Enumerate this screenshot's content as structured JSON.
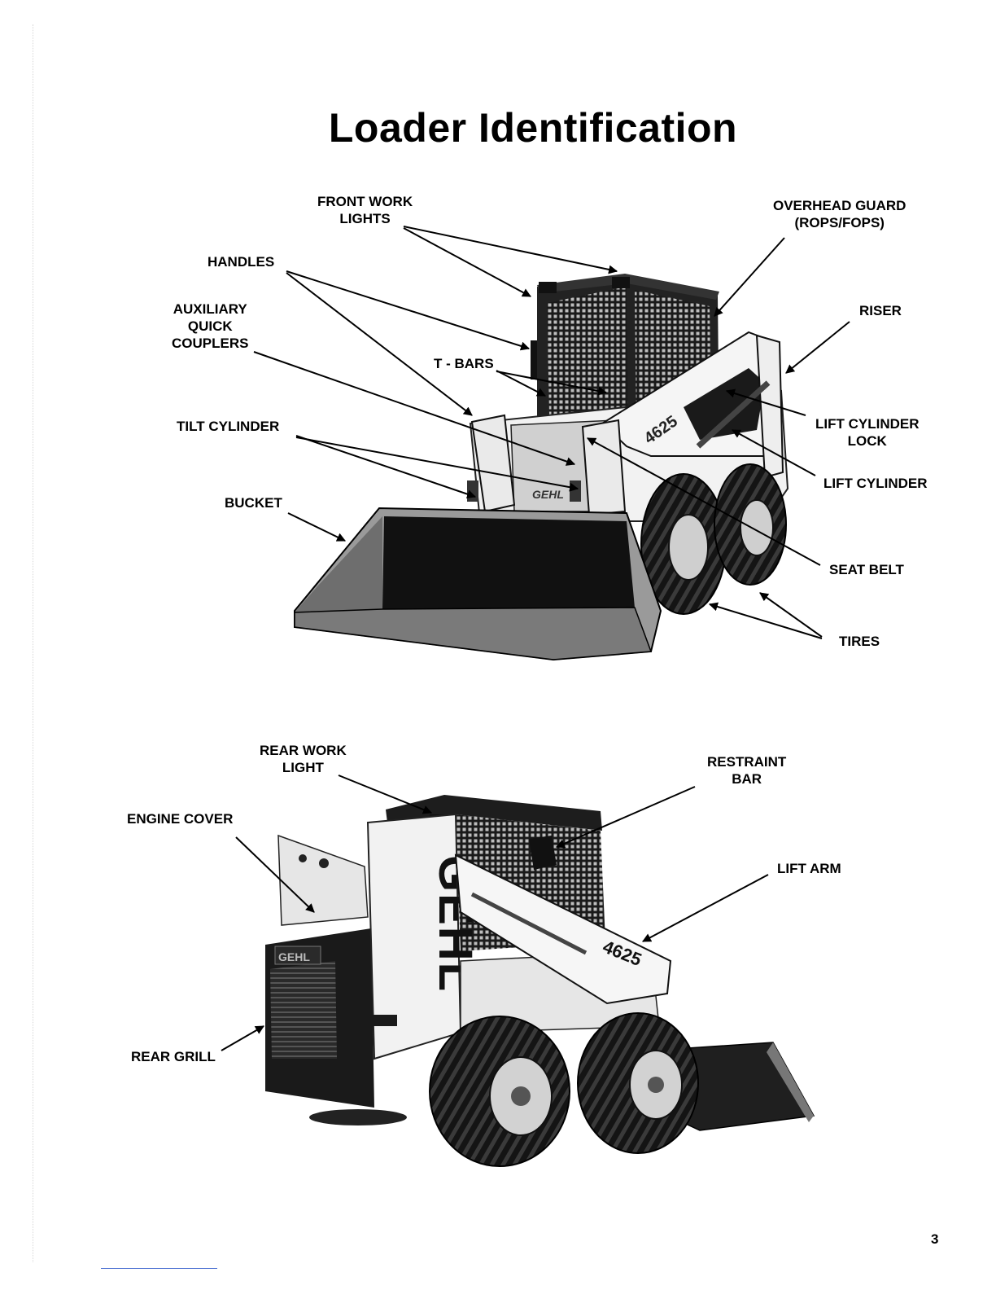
{
  "title": "Loader Identification",
  "page_number": "3",
  "front_view": {
    "labels": {
      "front_work_lights": [
        "FRONT WORK",
        "LIGHTS"
      ],
      "overhead_guard": [
        "OVERHEAD GUARD",
        "(ROPS/FOPS)"
      ],
      "handles": "HANDLES",
      "riser": "RISER",
      "auxiliary_quick_couplers": [
        "AUXILIARY",
        "QUICK",
        "COUPLERS"
      ],
      "t_bars": "T - BARS",
      "lift_cylinder_lock": [
        "LIFT  CYLINDER",
        "LOCK"
      ],
      "tilt_cylinder": "TILT CYLINDER",
      "lift_cylinder": "LIFT CYLINDER",
      "bucket": "BUCKET",
      "seat_belt": "SEAT BELT",
      "tires": "TIRES"
    },
    "decals": {
      "brand": "GEHL",
      "model": "4625"
    }
  },
  "rear_view": {
    "labels": {
      "rear_work_light": [
        "REAR WORK",
        "LIGHT"
      ],
      "restraint_bar": [
        "RESTRAINT",
        "BAR"
      ],
      "engine_cover": "ENGINE COVER",
      "lift_arm": "LIFT ARM",
      "rear_grill": "REAR  GRILL"
    },
    "decals": {
      "brand": "GEHL",
      "model": "4625",
      "grill_brand": "GEHL"
    }
  }
}
